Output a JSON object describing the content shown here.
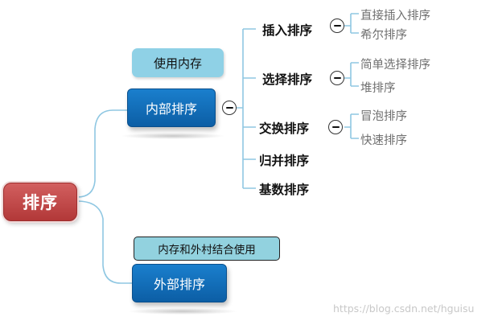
{
  "root": {
    "label": "排序"
  },
  "internal": {
    "label": "内部排序",
    "note": "使用内存",
    "categories": {
      "insertion": {
        "label": "插入排序",
        "children": [
          "直接插入排序",
          "希尔排序"
        ]
      },
      "selection": {
        "label": "选择排序",
        "children": [
          "简单选择排序",
          "堆排序"
        ]
      },
      "exchange": {
        "label": "交换排序",
        "children": [
          "冒泡排序",
          "快速排序"
        ]
      },
      "merge": {
        "label": "归并排序"
      },
      "radix": {
        "label": "基数排序"
      }
    }
  },
  "external": {
    "label": "外部排序",
    "note": "内存和外村结合使用"
  },
  "watermark": "https://blog.csdn.net/hguisu",
  "colors": {
    "root": "#c04848",
    "main_node": "#1170bf",
    "note": "#8fd1e6",
    "connector": "#8fc7e2",
    "leaf_text": "#6f6f6f"
  },
  "icons": {
    "collapse": "minus-circle-icon"
  }
}
